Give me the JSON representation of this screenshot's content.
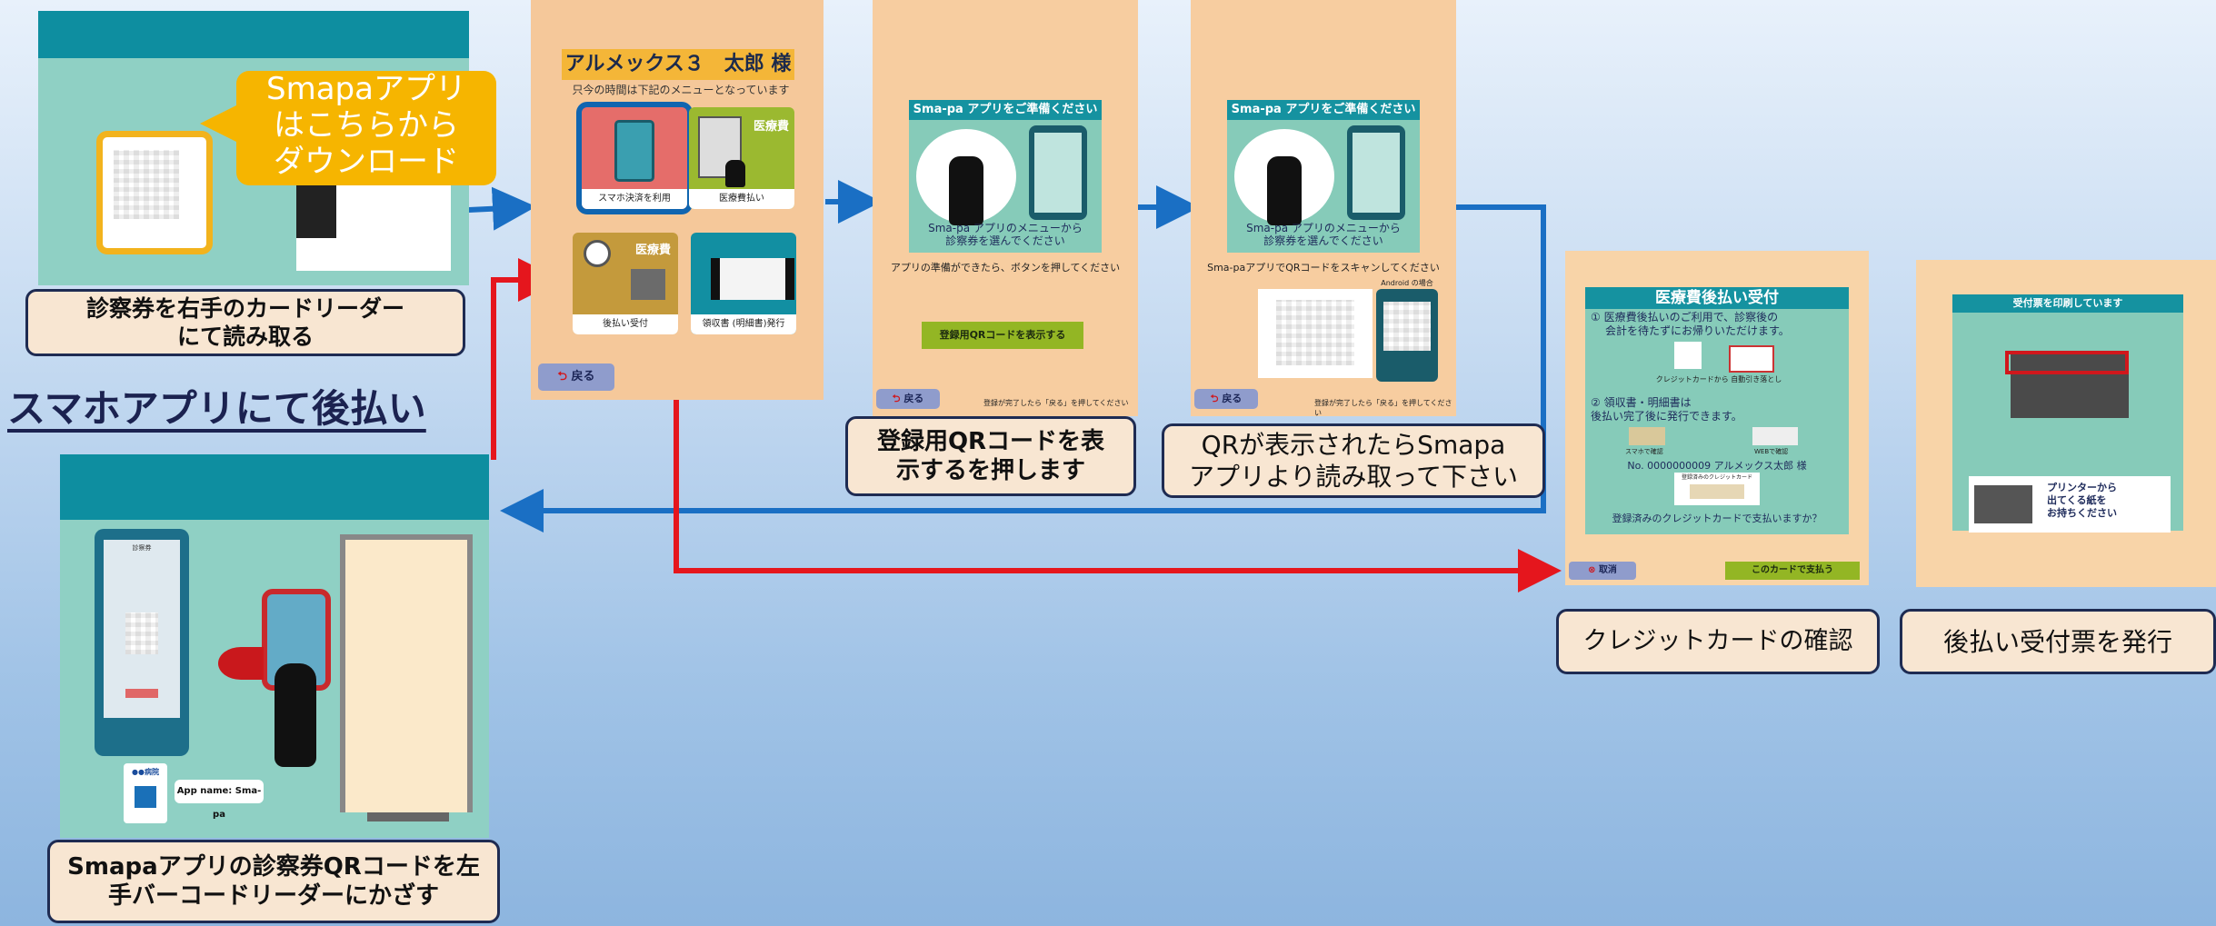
{
  "heading": "スマホアプリにて後払い",
  "card1": {
    "bubble_lines": [
      "Smapaアプリ",
      "はこちらから",
      "ダウンロード"
    ],
    "caption_lines": [
      "診察券を右手のカードリーダー",
      "にて読み取る"
    ]
  },
  "menu_screen": {
    "title": "アルメックス３　太郎 様",
    "subtitle": "只今の時間は下記のメニューとなっています",
    "tiles": [
      {
        "label": "スマホ決済を利用"
      },
      {
        "label": "医療費払い",
        "badge": "医療費"
      },
      {
        "label": "後払い受付",
        "badge": "医療費"
      },
      {
        "label": "領収書 (明細書)発行"
      }
    ],
    "back": "戻る"
  },
  "screen2": {
    "title": "Sma-pa アプリをご準備ください",
    "body_lines": [
      "Sma-pa アプリのメニューから",
      "診察券を選んでください"
    ],
    "note": "アプリの準備ができたら、ボタンを押してください",
    "button": "登録用QRコードを表示する",
    "back": "戻る",
    "footer": "登録が完了したら「戻る」を押してください",
    "caption_lines": [
      "登録用QRコードを表",
      "示するを押します"
    ]
  },
  "screen3": {
    "title": "Sma-pa アプリをご準備ください",
    "body_lines": [
      "Sma-pa アプリのメニューから",
      "診察券を選んでください"
    ],
    "note": "Sma-paアプリでQRコードをスキャンしてください",
    "android_label": "Android の場合",
    "back": "戻る",
    "footer": "登録が完了したら「戻る」を押してください",
    "caption_lines": [
      "QRが表示されたらSmapa",
      "アプリより読み取って下さい"
    ]
  },
  "confirm_screen": {
    "title": "医療費後払い受付",
    "step1": [
      "① 医療費後払いのご利用で、診察後の",
      "会計を待たずにお帰りいただけます。"
    ],
    "card_caption": "クレジットカードから 自動引き落とし",
    "step2": [
      "② 領収書・明細書は",
      "後払い完了後に発行できます。"
    ],
    "sub_labels": [
      "スマホで確認",
      "WEBで確認"
    ],
    "patient": "No. 0000000009 アルメックス太郎 様",
    "card_registered": "登録済みのクレジットカード",
    "question": "登録済みのクレジットカードで支払いますか？",
    "cancel": "取消",
    "pay": "このカードで支払う",
    "caption": "クレジットカードの確認"
  },
  "print_screen": {
    "title": "受付票を印刷しています",
    "bubble_lines": [
      "プリンターから",
      "出てくる紙を",
      "お持ちください"
    ],
    "caption": "後払い受付票を発行"
  },
  "card2": {
    "phone_header": "診察券",
    "hospital": "●●病院",
    "app_name": "App name: Sma-pa",
    "caption_lines": [
      "Smapaアプリの診察券QRコードを左",
      "手バーコードリーダーにかざす"
    ]
  },
  "colors": {
    "teal": "#0e8ea0",
    "mint": "#8fd0c4",
    "orange": "#f6b500",
    "arrow_blue": "#1a6fc4",
    "arrow_red": "#e5161d",
    "caption_bg": "#f8e6d2",
    "caption_border": "#1e2b52"
  }
}
